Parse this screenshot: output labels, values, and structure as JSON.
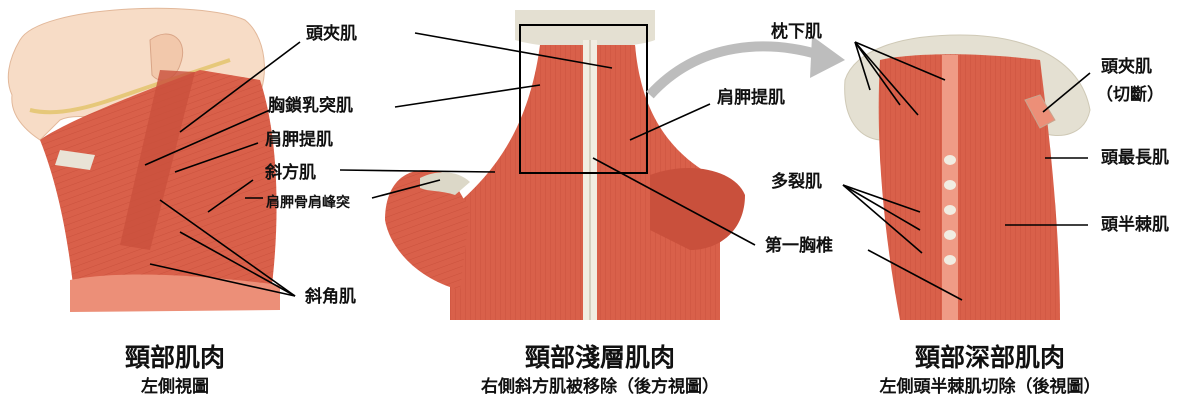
{
  "panels": {
    "left": {
      "title": "頸部肌肉",
      "subtitle": "左側視圖",
      "labels": {
        "splenius_capitis": "頭夾肌",
        "sternocleidomastoid": "胸鎖乳突肌",
        "levator_scapulae": "肩胛提肌",
        "trapezius": "斜方肌",
        "acromion": "肩胛骨肩峰突",
        "scalenes": "斜角肌"
      }
    },
    "middle": {
      "title": "頸部淺層肌肉",
      "subtitle": "右側斜方肌被移除（後方視圖）",
      "labels": {
        "levator_scapulae": "肩胛提肌",
        "first_thoracic": "第一胸椎"
      }
    },
    "right": {
      "title": "頸部深部肌肉",
      "subtitle": "左側頭半棘肌切除（後視圖）",
      "labels": {
        "suboccipital": "枕下肌",
        "splenius_cut_line1": "頭夾肌",
        "splenius_cut_line2": "（切斷）",
        "longissimus_capitis": "頭最長肌",
        "multifidus": "多裂肌",
        "semispinalis_capitis": "頭半棘肌"
      }
    }
  },
  "colors": {
    "muscle": "#d9604a",
    "muscle_light": "#ec8f78",
    "muscle_dark": "#b83f2c",
    "bone": "#dcd8c8",
    "skin": "#f7dcc6",
    "leader": "#000000"
  }
}
